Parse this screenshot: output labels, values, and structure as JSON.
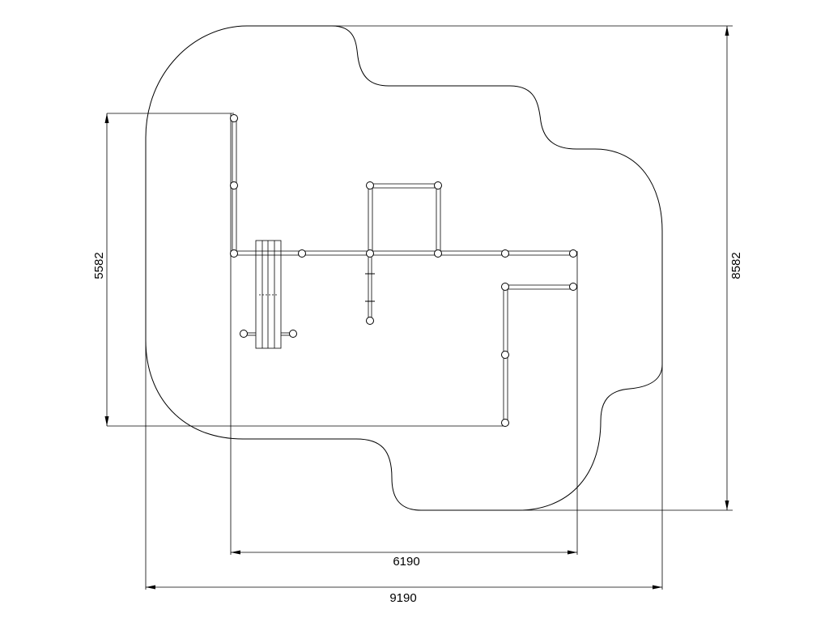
{
  "drawing": {
    "background": "#ffffff",
    "stroke_color": "#000000"
  },
  "dimensions": {
    "overall_width": "9190",
    "overall_height": "8582",
    "equipment_width": "6190",
    "equipment_height": "5582"
  }
}
